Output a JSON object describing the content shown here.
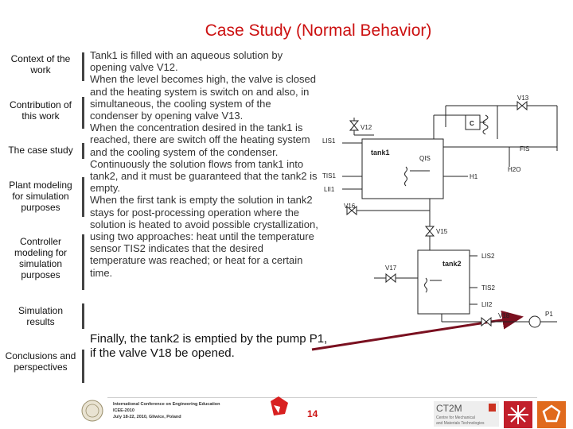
{
  "title": "Case Study (Normal Behavior)",
  "sidebar": {
    "items": [
      {
        "label": "Context of the work"
      },
      {
        "label": "Contribution of this work"
      },
      {
        "label": "The case study"
      },
      {
        "label": "Plant modeling for simulation purposes"
      },
      {
        "label": "Controller modeling for simulation purposes"
      },
      {
        "label": "Simulation results"
      },
      {
        "label": "Conclusions and perspectives"
      }
    ]
  },
  "paragraphs": [
    "Tank1 is filled with an aqueous solution by opening valve V12.",
    "When the level becomes high, the valve is closed and the heating system is switch on and also, in simultaneous, the cooling system of the condenser by opening valve V13.",
    "When the concentration desired in the tank1 is reached, there are switch off the heating system and the cooling system of the condenser.",
    "Continuously the solution flows from tank1 into tank2, and it must be guaranteed that the tank2 is empty.",
    "When the first tank is empty the solution in tank2 stays for post-processing operation where the solution is heated to avoid possible crystallization, using two approaches: heat until the temperature sensor TIS2 indicates that the desired temperature was reached; or heat for a certain time."
  ],
  "final_text": "Finally, the tank2 is emptied by the pump P1, if the valve V18 be opened.",
  "diagram": {
    "v13": "V13",
    "v12": "V12",
    "c": "C",
    "lis1": "LIS1",
    "fis": "FIS",
    "tank1": "tank1",
    "qis": "QIS",
    "h2o": "H2O",
    "tis1": "TIS1",
    "h1": "H1",
    "lii1": "LII1",
    "v16": "V16",
    "v15": "V15",
    "v17": "V17",
    "tank2": "tank2",
    "lis2": "LIS2",
    "tis2": "TIS2",
    "lii2": "LII2",
    "v18": "V18",
    "p1": "P1"
  },
  "footer": {
    "conf_line1": "International Conference on Engineering Education",
    "conf_line2": "ICEE-2010",
    "conf_line3": "July 18-22, 2010, Gliwice, Poland",
    "page_number": "14",
    "logo_ct2m": "CT2M",
    "logo_ct2m_sub1": "Centre for Mechanical",
    "logo_ct2m_sub2": "and Materials Technologies"
  },
  "colors": {
    "title": "#cc1111",
    "arrow": "#7a1020",
    "ct2m_accent": "#cc3322"
  }
}
